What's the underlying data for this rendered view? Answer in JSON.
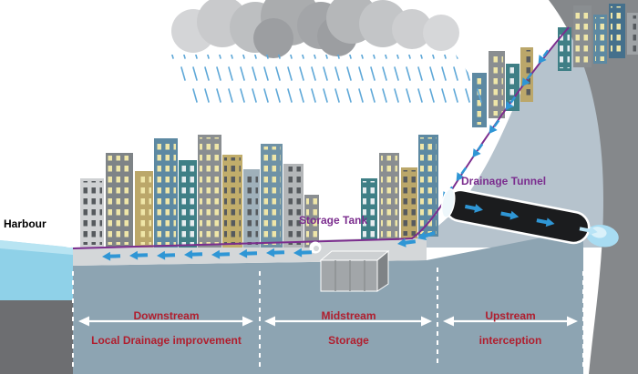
{
  "diagram": {
    "labels": {
      "harbour": "Harbour",
      "storage_tank": "Storage Tank",
      "drainage_tunnel": "Drainage Tunnel"
    },
    "zones": [
      {
        "title": "Downstream",
        "subtitle": "Local Drainage improvement"
      },
      {
        "title": "Midstream",
        "subtitle": "Storage"
      },
      {
        "title": "Upstream",
        "subtitle": "interception"
      }
    ],
    "colors": {
      "accent_purple": "#7b2d8e",
      "flow_arrow_blue": "#2f96d5",
      "zone_label_red": "#b01e2e",
      "harbour_water": "#8fd1e8",
      "hill_gray": "#b6c3cd",
      "underground_gray": "#8da4b2",
      "tunnel_black": "#1b1c1e"
    }
  }
}
